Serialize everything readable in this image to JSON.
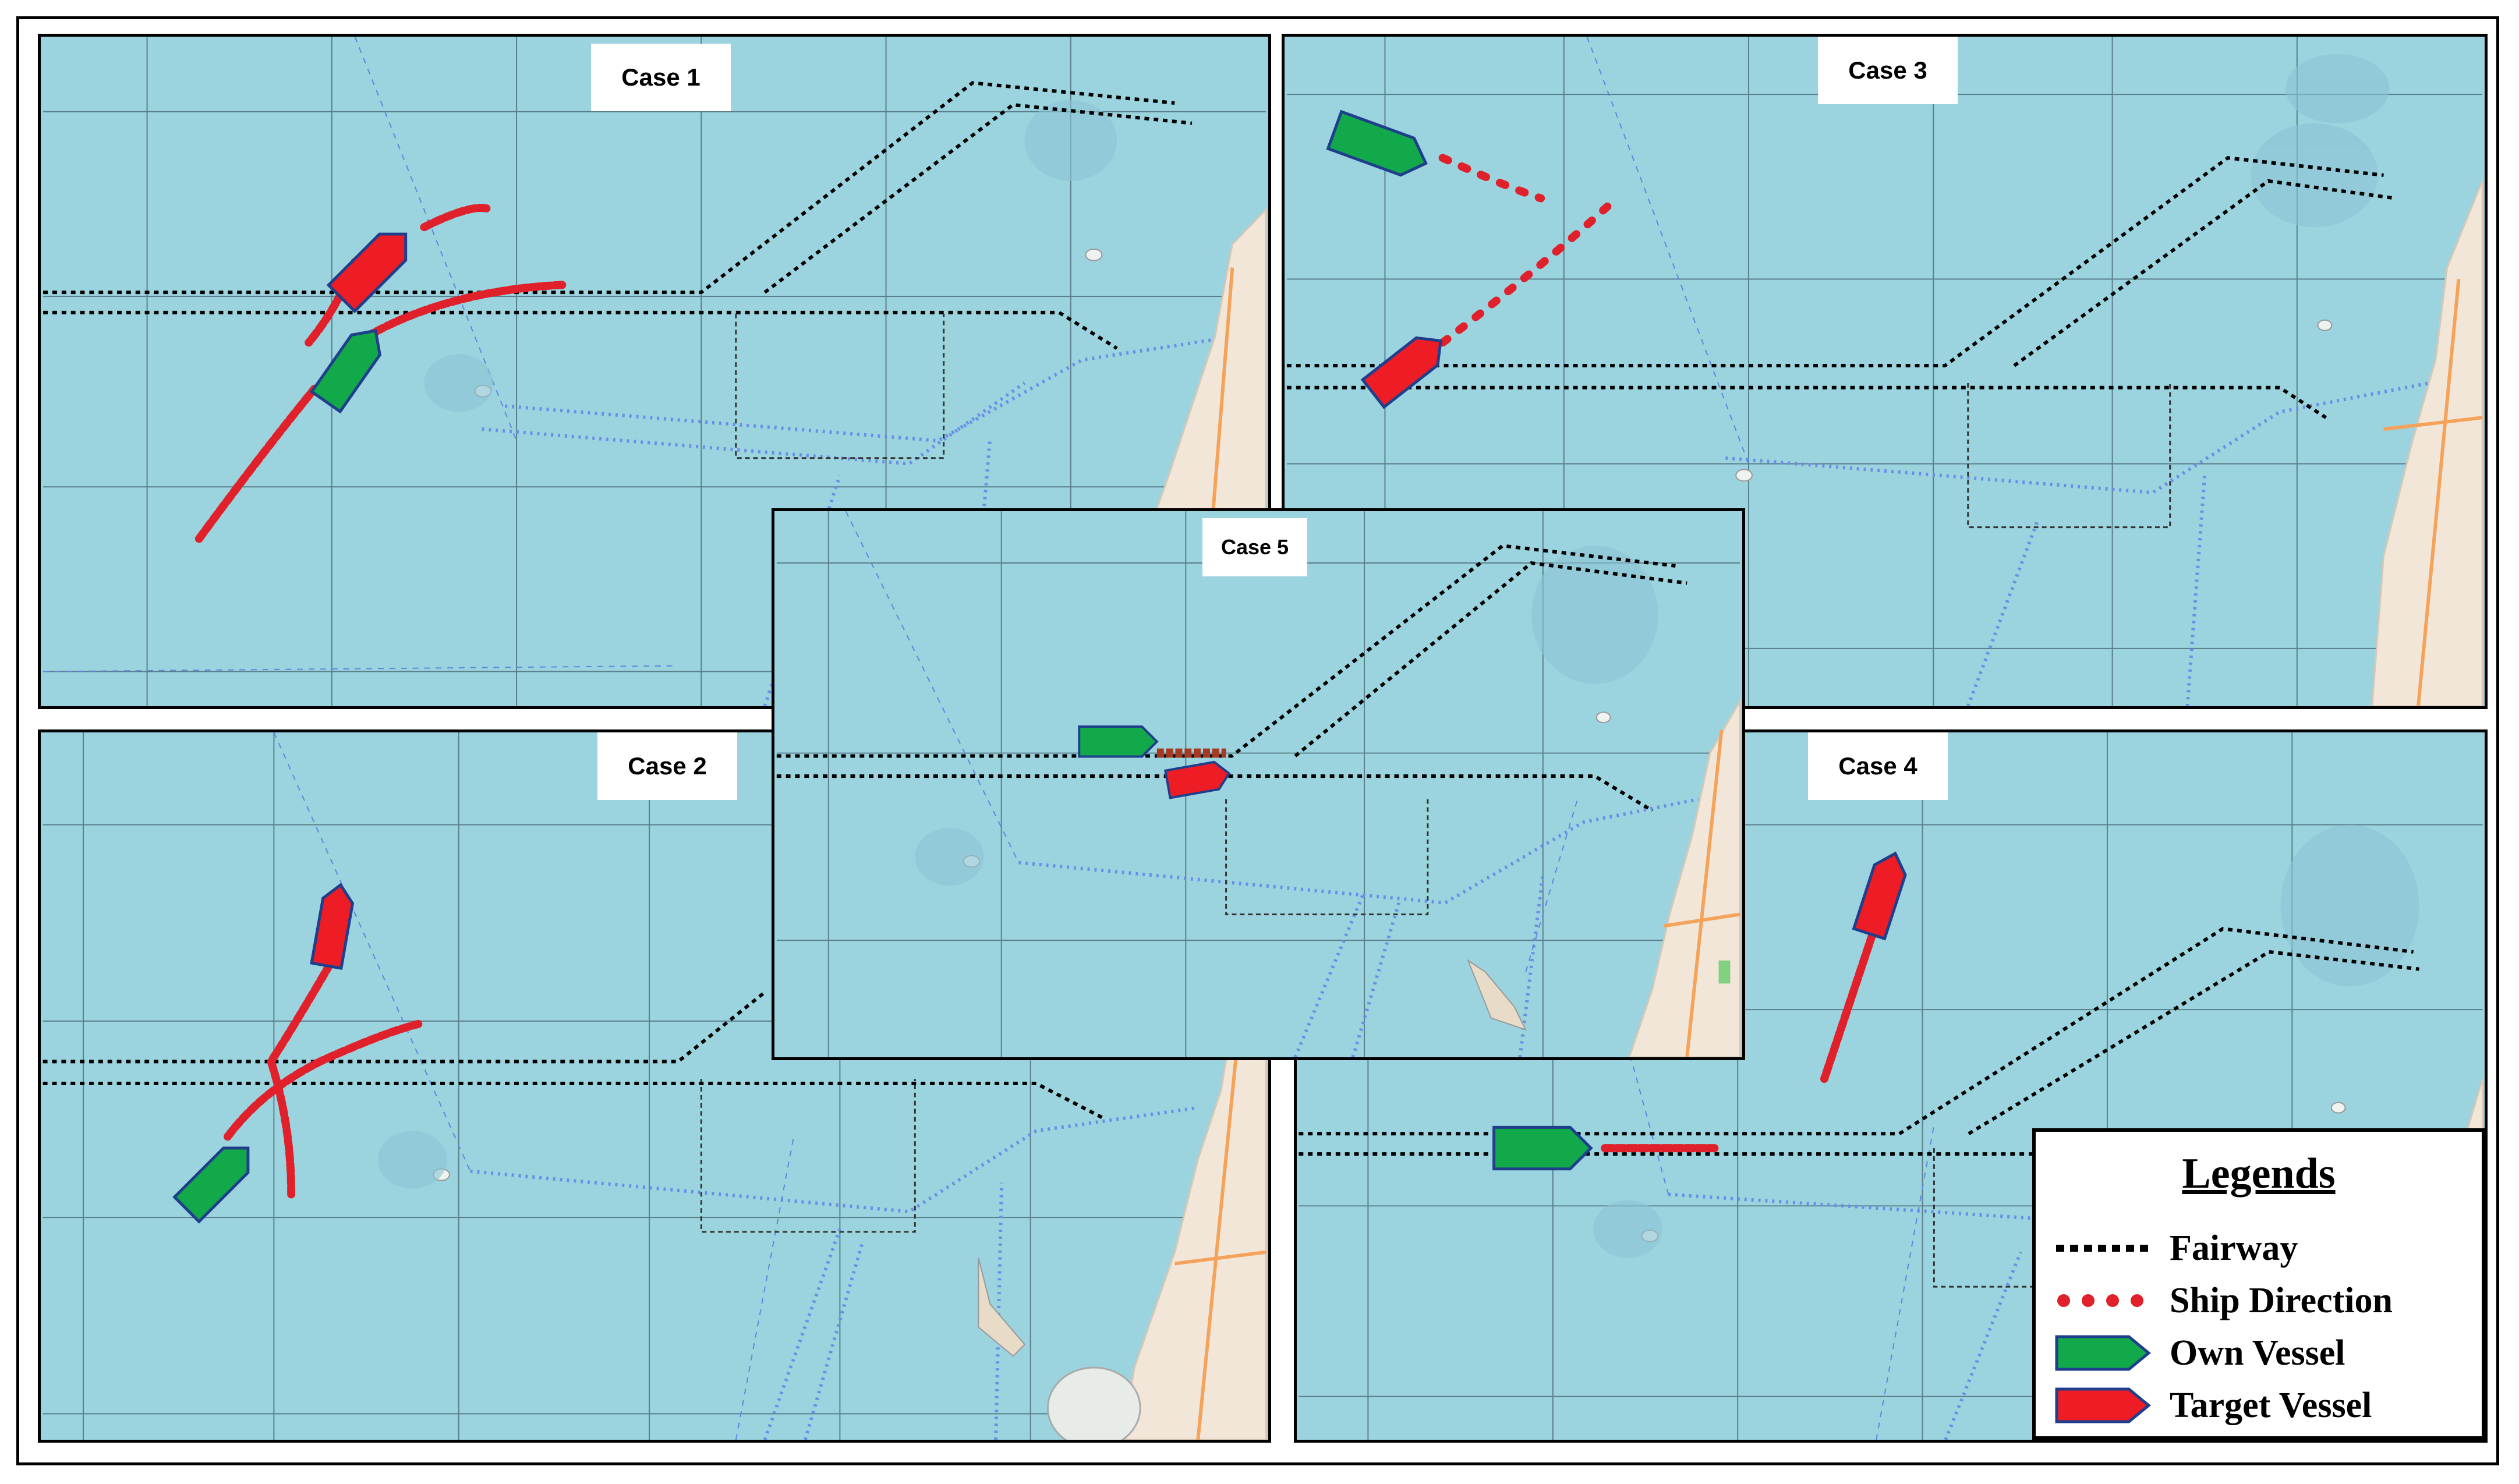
{
  "cases": [
    {
      "id": "case1",
      "label": "Case 1"
    },
    {
      "id": "case3",
      "label": "Case 3"
    },
    {
      "id": "case2",
      "label": "Case 2"
    },
    {
      "id": "case4",
      "label": "Case 4"
    },
    {
      "id": "case5",
      "label": "Case 5"
    }
  ],
  "legend": {
    "title": "Legends",
    "items": [
      {
        "key": "fairway",
        "label": "Fairway",
        "icon": "dotted-black-line",
        "color": "#000000"
      },
      {
        "key": "direction",
        "label": "Ship Direction",
        "icon": "dotted-red-line",
        "color": "#e0202a"
      },
      {
        "key": "own",
        "label": "Own Vessel",
        "icon": "green-vessel-icon",
        "color": "#12a94a"
      },
      {
        "key": "target",
        "label": "Target Vessel",
        "icon": "red-vessel-icon",
        "color": "#ee1c24"
      }
    ]
  },
  "colors": {
    "water": "#9bd3de",
    "grid": "#5a7f8a",
    "route": "#6b8fe6",
    "land": "#f2e6d8",
    "vessel_outline": "#1f3f8c"
  }
}
